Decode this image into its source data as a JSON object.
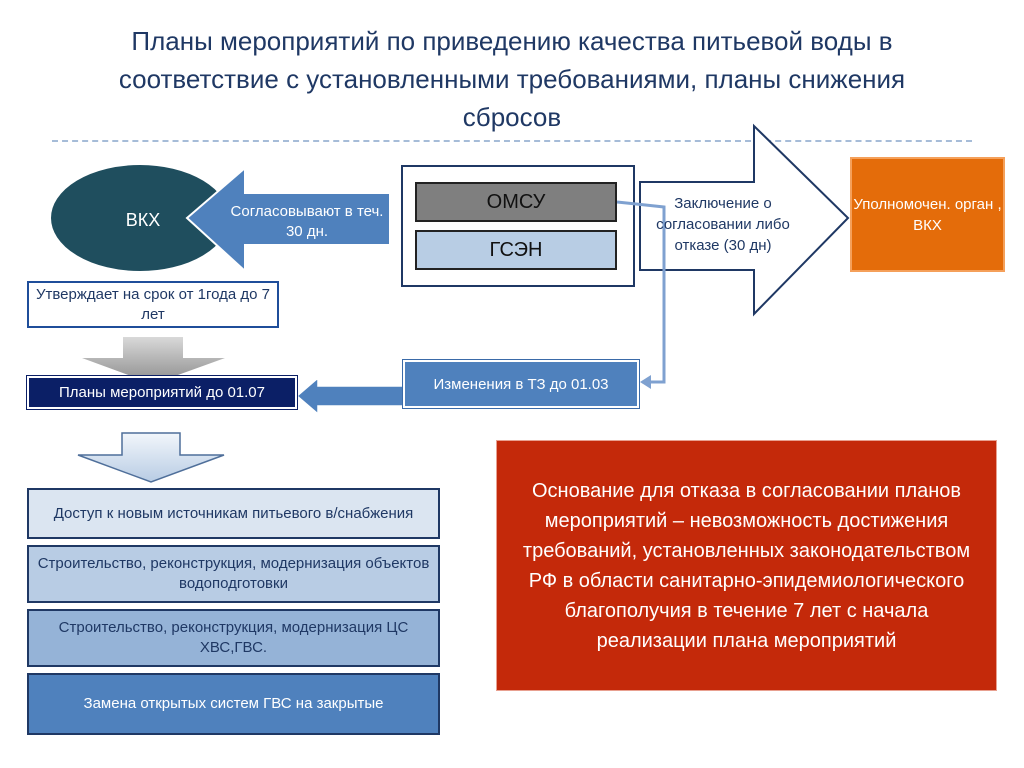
{
  "title": "Планы мероприятий по приведению качества питьевой воды в соответствие с установленными требованиями, планы снижения сбросов",
  "nodes": {
    "vkx": "ВКХ",
    "agree": "Согласовывают в теч. 30 дн.",
    "approve": "Утверждает на срок от 1года до 7 лет",
    "omsu": "ОМСУ",
    "gsen": "ГСЭН",
    "conclusion": "Заключение о согласовании либо отказе (30 дн)",
    "authority": "Уполномочен. орган , ВКХ",
    "plans": "Планы мероприятий до 01.07",
    "changes": "Изменения в ТЗ до 01.03"
  },
  "items": [
    "Доступ к новым источникам питьевого в/снабжения",
    "Строительство, реконструкция, модернизация объектов водоподготовки",
    "Строительство, реконструкция, модернизация ЦС  ХВС,ГВС.",
    "Замена открытых систем ГВС на закрытые"
  ],
  "basis": "Основание для отказа в согласовании планов мероприятий – невозможность достижения требований, установленных законодательством РФ в области санитарно-эпидемиологического благополучия в течение 7 лет с начала реализации плана мероприятий",
  "colors": {
    "title": "#1f3864",
    "ellipse": "#1f4e5e",
    "agree_arrow": "#4f81bd",
    "authority": "#e46c0a",
    "plans": "#0b1f66",
    "basis": "#c4290a"
  }
}
